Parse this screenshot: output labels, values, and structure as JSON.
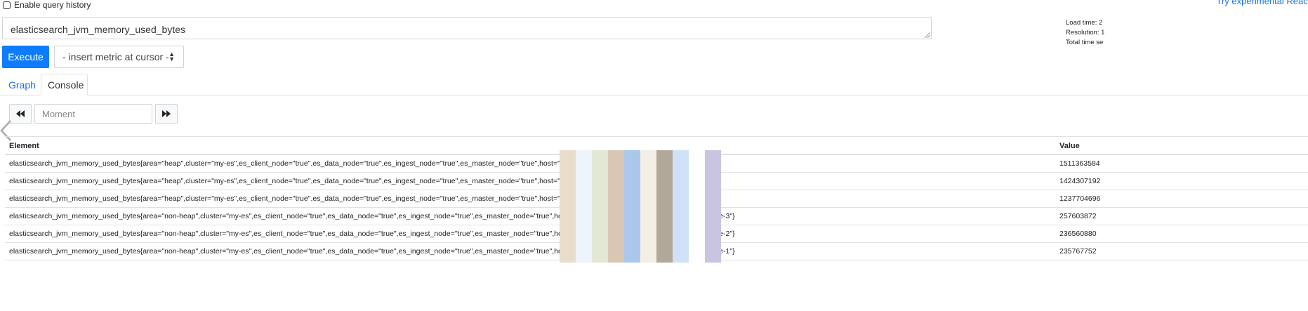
{
  "history_toggle": {
    "label": "Enable query history",
    "checked": false
  },
  "experimental_link": "Try experimental React UI",
  "stats": {
    "load_time": "Load time: 2",
    "resolution": "Resolution: 1",
    "total_time": "Total time se"
  },
  "query": {
    "expression": "elasticsearch_jvm_memory_used_bytes"
  },
  "execute_label": "Execute",
  "metric_select": {
    "selected": "- insert metric at cursor -"
  },
  "tabs": [
    {
      "label": "Graph",
      "active": false
    },
    {
      "label": "Console",
      "active": true
    }
  ],
  "moment": {
    "placeholder": "Moment"
  },
  "table": {
    "columns": [
      "Element",
      "Value"
    ],
    "rows": [
      {
        "element": "elasticsearch_jvm_memory_used_bytes{area=\"heap\",cluster=\"my-es\",es_client_node=\"true\",es_data_node=\"true\",es_ingest_node=\"true\",es_master_node=\"true\",host=\"          \",instance=\"                    \",job=\"es-exporter\",name=\"node-3\"}",
        "value": "1511363584"
      },
      {
        "element": "elasticsearch_jvm_memory_used_bytes{area=\"heap\",cluster=\"my-es\",es_client_node=\"true\",es_data_node=\"true\",es_ingest_node=\"true\",es_master_node=\"true\",host=\"          \",instance=\"                    \",job=\"es-exporter\",name=\"node-2\"}",
        "value": "1424307192"
      },
      {
        "element": "elasticsearch_jvm_memory_used_bytes{area=\"heap\",cluster=\"my-es\",es_client_node=\"true\",es_data_node=\"true\",es_ingest_node=\"true\",es_master_node=\"true\",host=\"          \",instance=\"                    \",job=\"es-exporter\",name=\"node-1\"}",
        "value": "1237704696"
      },
      {
        "element": "elasticsearch_jvm_memory_used_bytes{area=\"non-heap\",cluster=\"my-es\",es_client_node=\"true\",es_data_node=\"true\",es_ingest_node=\"true\",es_master_node=\"true\",host=\"          \",instance=\"                    \",job=\"es-exporter\",name=\"node-3\"}",
        "value": "257603872"
      },
      {
        "element": "elasticsearch_jvm_memory_used_bytes{area=\"non-heap\",cluster=\"my-es\",es_client_node=\"true\",es_data_node=\"true\",es_ingest_node=\"true\",es_master_node=\"true\",host=\"          \",instance=\"                    \",job=\"es-exporter\",name=\"node-2\"}",
        "value": "236560880"
      },
      {
        "element": "elasticsearch_jvm_memory_used_bytes{area=\"non-heap\",cluster=\"my-es\",es_client_node=\"true\",es_data_node=\"true\",es_ingest_node=\"true\",es_master_node=\"true\",host=\"          \",instance=\"                    \",job=\"es-exporter\",name=\"node-1\"}",
        "value": "235767752"
      }
    ]
  },
  "icons": {
    "back": "rewind-icon",
    "forward": "fast-forward-icon",
    "side": "chevron-left-icon",
    "select_arrows": "select-arrows-icon"
  },
  "colors": {
    "primary": "#0d7cff",
    "link": "#1a73e8",
    "border": "#dee2e6"
  }
}
